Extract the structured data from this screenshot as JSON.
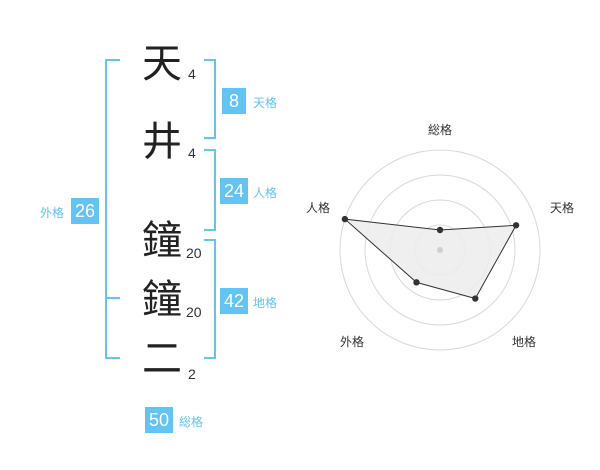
{
  "colors": {
    "accent": "#63c3f2",
    "kanji": "#222222",
    "radar_fill": "#ececec",
    "radar_line": "#333333",
    "ring": "#d9d9d9"
  },
  "name": [
    {
      "char": "天",
      "strokes": "4"
    },
    {
      "char": "井",
      "strokes": "4"
    },
    {
      "char": "鐘",
      "strokes": "20"
    },
    {
      "char": "鐘",
      "strokes": "20"
    },
    {
      "char": "二",
      "strokes": "2"
    }
  ],
  "fortunes": {
    "tenkaku": {
      "value": "8",
      "label": "天格"
    },
    "jinkaku": {
      "value": "24",
      "label": "人格"
    },
    "chikaku": {
      "value": "42",
      "label": "地格"
    },
    "gaikaku": {
      "value": "26",
      "label": "外格"
    },
    "soukaku": {
      "value": "50",
      "label": "総格"
    }
  },
  "chart_data": {
    "type": "radar",
    "axes": [
      "総格",
      "天格",
      "地格",
      "外格",
      "人格"
    ],
    "values": [
      1,
      4,
      3,
      2,
      5
    ],
    "max": 5,
    "rings": 4
  }
}
